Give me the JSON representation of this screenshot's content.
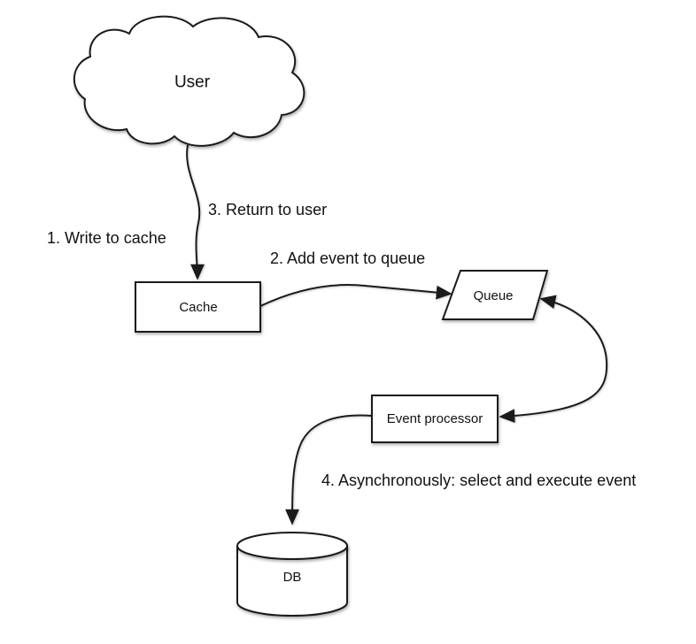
{
  "diagram": {
    "background": "#ffffff",
    "stroke_color": "#1b1b1b",
    "text_color": "#111111",
    "nodes": {
      "user": {
        "label": "User",
        "shape": "cloud"
      },
      "cache": {
        "label": "Cache",
        "shape": "rectangle"
      },
      "queue": {
        "label": "Queue",
        "shape": "parallelogram"
      },
      "event_processor": {
        "label": "Event processor",
        "shape": "rectangle"
      },
      "db": {
        "label": "DB",
        "shape": "cylinder"
      }
    },
    "annotations": {
      "step1": "1. Write to cache",
      "step2": "2. Add event to queue",
      "step3": "3. Return to user",
      "step4": "4. Asynchronously: select and execute event"
    },
    "edges": [
      {
        "from": "User",
        "to": "Cache",
        "direction": "one-way",
        "labels": [
          "1. Write to cache",
          "3. Return to user"
        ]
      },
      {
        "from": "Cache",
        "to": "Queue",
        "direction": "one-way",
        "labels": [
          "2. Add event to queue"
        ]
      },
      {
        "from": "Queue",
        "to": "Event processor",
        "direction": "two-way",
        "labels": []
      },
      {
        "from": "Event processor",
        "to": "DB",
        "direction": "one-way",
        "labels": [
          "4. Asynchronously: select and execute event"
        ]
      }
    ]
  }
}
